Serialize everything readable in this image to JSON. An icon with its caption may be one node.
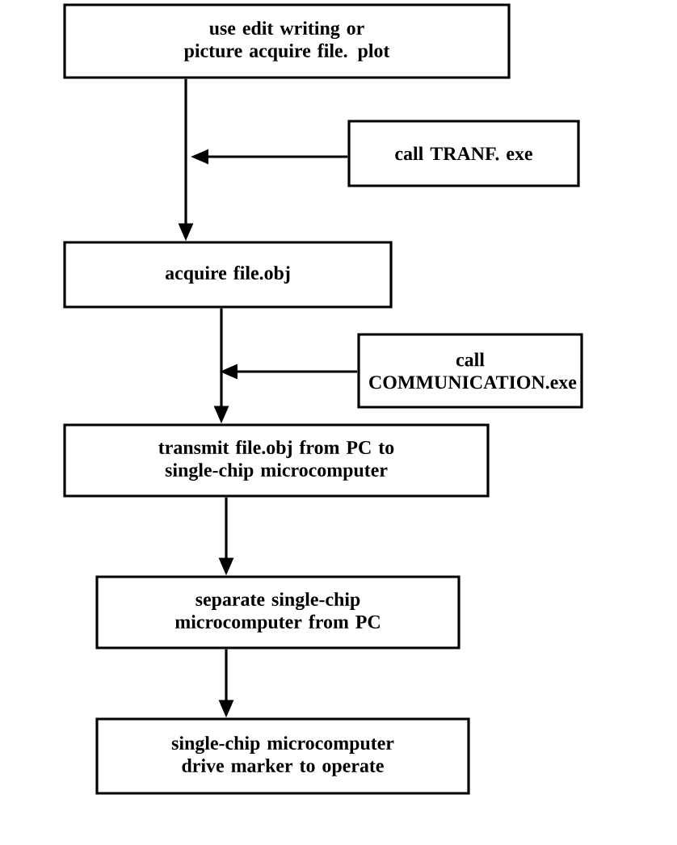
{
  "diagram": {
    "nodes": [
      {
        "text": [
          "use edit writing or picture acquire file. plot"
        ]
      },
      {
        "text": [
          "call TRANF. exe"
        ]
      },
      {
        "text": [
          "acquire file.obj"
        ]
      },
      {
        "text": [
          "call COMMUNICATION.exe"
        ]
      },
      {
        "text": [
          "transmit file.obj from PC to single-chip microcomputer"
        ]
      },
      {
        "text": [
          "separate single-chip microcomputer from PC"
        ]
      },
      {
        "text": [
          "single-chip microcomputer drive marker to operate"
        ]
      }
    ],
    "edges": [
      {
        "from": 0,
        "to": 2,
        "arrow": "to"
      },
      {
        "from": 1,
        "to": null,
        "arrow": "to"
      },
      {
        "from": 2,
        "to": 4,
        "arrow": "to"
      },
      {
        "from": 3,
        "to": null,
        "arrow": "to"
      },
      {
        "from": 4,
        "to": 5,
        "arrow": "to"
      },
      {
        "from": 5,
        "to": 6,
        "arrow": "to"
      }
    ]
  }
}
